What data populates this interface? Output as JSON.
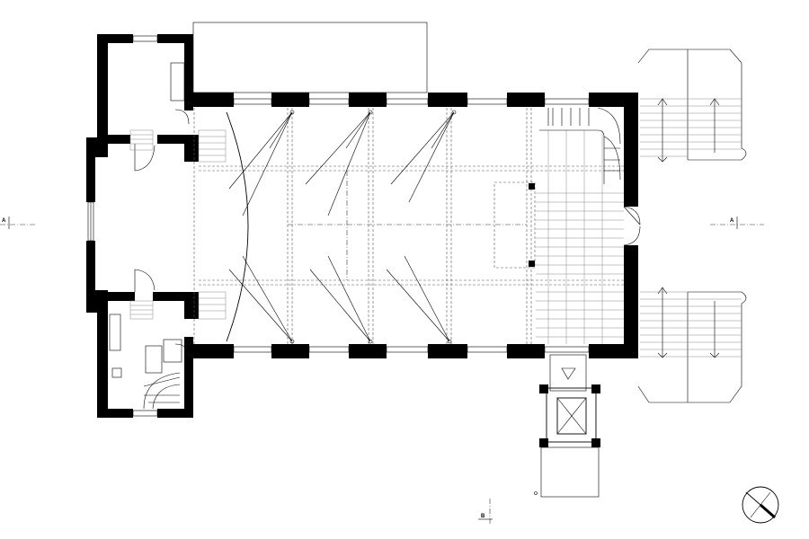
{
  "section_marks": {
    "left": "A",
    "right": "A",
    "bottom": "B"
  },
  "colors": {
    "wall": "#000000",
    "line": "#000000",
    "hidden_line": "#555555",
    "background": "#ffffff"
  },
  "icons": {
    "north_arrow": "north-arrow-icon"
  }
}
